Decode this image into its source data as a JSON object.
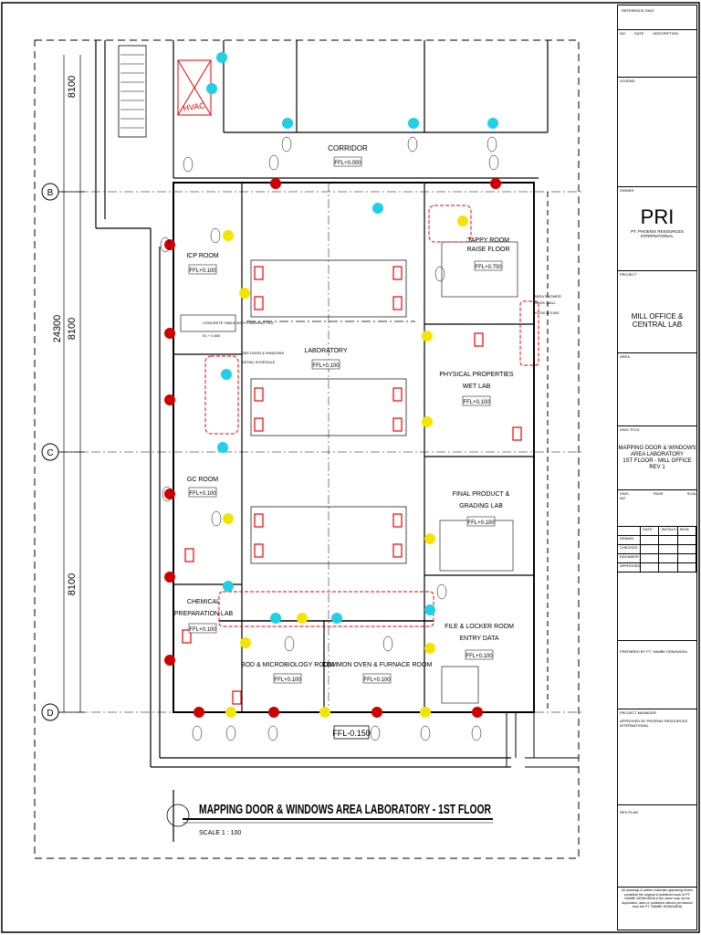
{
  "grid": {
    "dims_vertical": [
      "8100",
      "24300",
      "8100",
      "8100"
    ],
    "axes": [
      "B",
      "C",
      "D"
    ]
  },
  "rooms": {
    "corridor": {
      "name": "CORRIDOR",
      "ffl": "FFL+0.000"
    },
    "icp": {
      "name": "ICP ROOM",
      "ffl": "FFL+0.100"
    },
    "laboratory": {
      "name": "LABORATORY",
      "ffl": "FFL+0.100"
    },
    "tappy": {
      "name1": "TAPPY ROOM",
      "name2": "RAISE FLOOR",
      "ffl": "FFL+0.700"
    },
    "physical": {
      "name1": "PHYSICAL PROPERTIES",
      "name2": "WET LAB",
      "ffl": "FFL+0.100"
    },
    "gc": {
      "name": "GC ROOM",
      "ffl": "FFL+0.100"
    },
    "final": {
      "name1": "FINAL PRODUCT &",
      "name2": "GRADING LAB",
      "ffl": "FFL+0.100"
    },
    "chemical": {
      "name1": "CHEMICAL",
      "name2": "PREPARATION LAB",
      "ffl": "FFL+0.100"
    },
    "file": {
      "name1": "FILE & LOCKER ROOM",
      "name2": "ENTRY DATA",
      "ffl": "FFL+0.100"
    },
    "bod": {
      "name": "BOD & MICROBIOLOGY ROOM",
      "ffl": "FFL+0.100"
    },
    "oven": {
      "name": "COMMON OVEN & FURNACE ROOM",
      "ffl": "FFL+0.100"
    },
    "hvac": "HVAC",
    "outside_ffl": "FFL-0.150"
  },
  "notes": {
    "concrete": "CONCRETE TABLE WITH FINISHING TILE",
    "concrete_el": "EL + 0.800",
    "see_schedule1": "SEE DOOR & WINDOWS",
    "see_schedule2": "DETAIL SCHEDULE",
    "shower": "AREA SHOWER",
    "brick": "BRICK WALL",
    "shower_ffl": "+0.100 H:3.000"
  },
  "title": {
    "main": "MAPPING DOOR & WINDOWS AREA LABORATORY - 1ST FLOOR",
    "scale": "SCALE 1 : 100"
  },
  "title_block": {
    "ref_header": "REFERENCE DWG",
    "no": "NO",
    "date": "DATE",
    "description": "DESCRIPTION",
    "legend": "LEGEND",
    "owner": "OWNER",
    "logo": "PRI",
    "company": "PT. PHOENIX RESOURCES INTERNATIONAL",
    "project_label": "PROJECT",
    "project": "MILL OFFICE & CENTRAL LAB",
    "area_label": "AREA",
    "dwg_title_label": "DWG TITLE",
    "dwg_title": [
      "MAPPING DOOR & WINDOWS",
      "AREA LABORATORY",
      "1ST FLOOR - MILL OFFICE REV 1"
    ],
    "dwg_no": "DWG. NO",
    "page": "PAGE",
    "scale": "SCALE",
    "date2": "DATE",
    "initials": "INITIALS",
    "sign": "SIGN",
    "rows": [
      "DRAWN",
      "CHECKED",
      "ENGINEER",
      "APPROVED"
    ],
    "prepared": "PREPARED BY PT. SAMBE KEBASARIA",
    "manager": "PROJECT MANAGER",
    "approved_by": "APPROVED BY PHOENIX RESOURCES INTERNATIONAL",
    "rev_plan": "REV PLAN",
    "disclaimer": "All drawings & written materials appearing herein constitute the original & published work of PT. SAMBE KEBASARIA & the same may not be duplicated, used or published without permission from the PT. SAMBE KEBASARIA"
  }
}
